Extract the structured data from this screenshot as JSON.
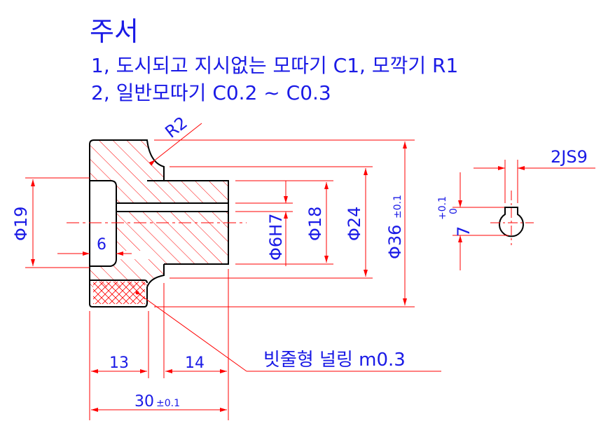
{
  "notes": {
    "title": "주서",
    "line1": "1, 도시되고 지시없는 모따기 C1, 모깍기 R1",
    "line2": "2, 일반모따기 C0.2 ~ C0.3"
  },
  "dimensions": {
    "r2": "R2",
    "phi19": "Φ19",
    "six": "6",
    "phi6h7": "Φ6H7",
    "phi18": "Φ18",
    "phi24": "Φ24",
    "phi36": "Φ36",
    "phi36_tol": "±0.1",
    "keyway_width": "2JS9",
    "keyway_depth": "7",
    "keyway_tol_upper": "+0.1",
    "keyway_tol_lower": "0",
    "len13": "13",
    "len14": "14",
    "len30": "30",
    "len30_tol": "±0.1",
    "knurl": "빗줄형 널링 m0.3"
  },
  "colors": {
    "outline": "#000000",
    "dimension": "#ff0000",
    "text": "#1a1ae6",
    "hatch": "#ff0000"
  }
}
